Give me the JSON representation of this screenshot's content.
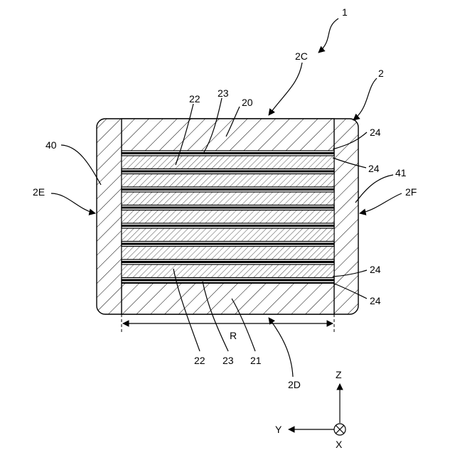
{
  "labels": {
    "component": "1",
    "body": "2",
    "top_surface": "2C",
    "bottom_surface": "2D",
    "left_end": "2E",
    "right_end": "2F",
    "left_electrode": "40",
    "right_electrode": "41",
    "upper_cover": "20",
    "lower_cover": "21",
    "dielectric": "22",
    "internal_electrode": "23",
    "connection_layer": "24",
    "region": "R"
  },
  "axes": {
    "z": "Z",
    "y": "Y",
    "x": "X"
  },
  "layer_count": 8
}
